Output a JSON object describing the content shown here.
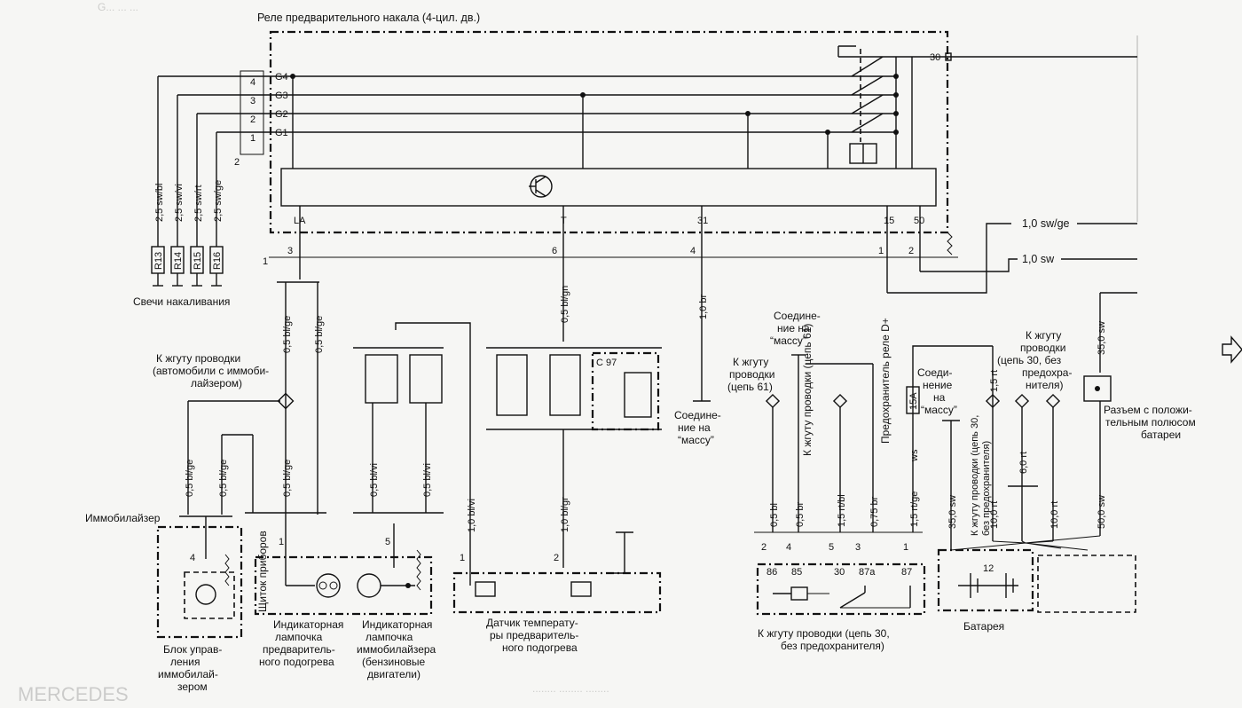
{
  "title": "Реле предварительного накала (4-цил. дв.)",
  "relay_pins_left": [
    "G4",
    "G3",
    "G2",
    "G1"
  ],
  "relay_pin_numbers_left": [
    "4",
    "3",
    "2",
    "1",
    "2"
  ],
  "relay_pins_bottom": [
    "LA",
    "T",
    "31",
    "15",
    "50"
  ],
  "relay_pin_30": "30",
  "connector_numbers_bottom": [
    "1",
    "3",
    "6",
    "4",
    "1",
    "2"
  ],
  "glow_wires": [
    "2,5 sw/bl",
    "2,5 sw/vi",
    "2,5 sw/rt",
    "2,5 sw/ge"
  ],
  "glow_plugs": [
    "R13",
    "R14",
    "R15",
    "R16"
  ],
  "glow_plugs_label": "Свечи накаливания",
  "wire_labels": {
    "la_left": "0,5 bl/ge",
    "la_right": "0,5 bl/ge",
    "t_wire": "0,5 bl/gn",
    "gnd_31": "1,0 br",
    "out_15": "1,0 sw/ge",
    "out_50": "1,0 sw",
    "immo_1": "0,5 bl/ge",
    "immo_2": "0,5 bl/ge",
    "dash_1": "0,5 bl/ge",
    "petrol_1": "0,5 bl/vi",
    "petrol_2": "0,5 bl/vi",
    "vi_long": "1,0 bl/vi",
    "sensor_1": "1,0 bl/gr",
    "relay_1": "0,5 bl",
    "relay_2": "0,5 br",
    "relay_3": "1,5 rt/bl",
    "relay_4": "0,75 br",
    "relay_5": "1,5 rt/ge",
    "fuse_ws": "ws",
    "bat_1": "35,0 sw",
    "bat_2": "10,0 rt",
    "bat_3": "6,0 rt",
    "bat_4": "10,0 rt",
    "bat_5": "50,0 sw",
    "bat_top": "35,0 sw",
    "fuse_top": "1,5 rt"
  },
  "labels": {
    "to_harness_immo": "К жгуту проводки (автомобили с иммобилайзером)",
    "immobilizer": "Иммобилайзер",
    "immo_unit": "Блок управления иммобилайзером",
    "instrument_cluster": "Щиток приборов",
    "glow_lamp": "Индикаторная лампочка предварительного подогрева",
    "immo_lamp": "Индикаторная лампочка иммобилайзера (бензиновые двигатели)",
    "c97": "C 97",
    "ground_mid": "Соединение на “массу”",
    "temp_sensor": "Датчик температуры предварительного подогрева",
    "ground_top": "Соединение на “массу”",
    "to_harness_61": "К жгуту проводки (цепь 61)",
    "to_harness_61_vert": "К жгуту проводки (цепь 61)",
    "fuse_label": "Предохранитель реле D+",
    "fuse_value": "15A",
    "ground_right": "Соединение на “массу”",
    "to_harness_30_top": "К жгуту проводки (цепь 30, без предохранителя)",
    "to_harness_30_vert": "К жгуту проводки (цепь 30, без предохранителя)",
    "to_harness_30_bottom": "К жгуту проводки (цепь 30, без предохранителя)",
    "battery": "Батарея",
    "battery_conn": "Разъем с положительным полюсом батареи",
    "battery_value": "12",
    "relay_pins": [
      "86",
      "85",
      "30",
      "87a",
      "87"
    ],
    "relay_conn": [
      "2",
      "4",
      "5",
      "3",
      "1"
    ],
    "cluster_conn": [
      "1",
      "5"
    ],
    "sensor_conn": [
      "1",
      "2"
    ],
    "immo_conn": "4"
  },
  "icons": [
    "transistor-icon",
    "arrow-right-icon",
    "relay-coil-icon",
    "lamp-icon",
    "ground-icon"
  ]
}
